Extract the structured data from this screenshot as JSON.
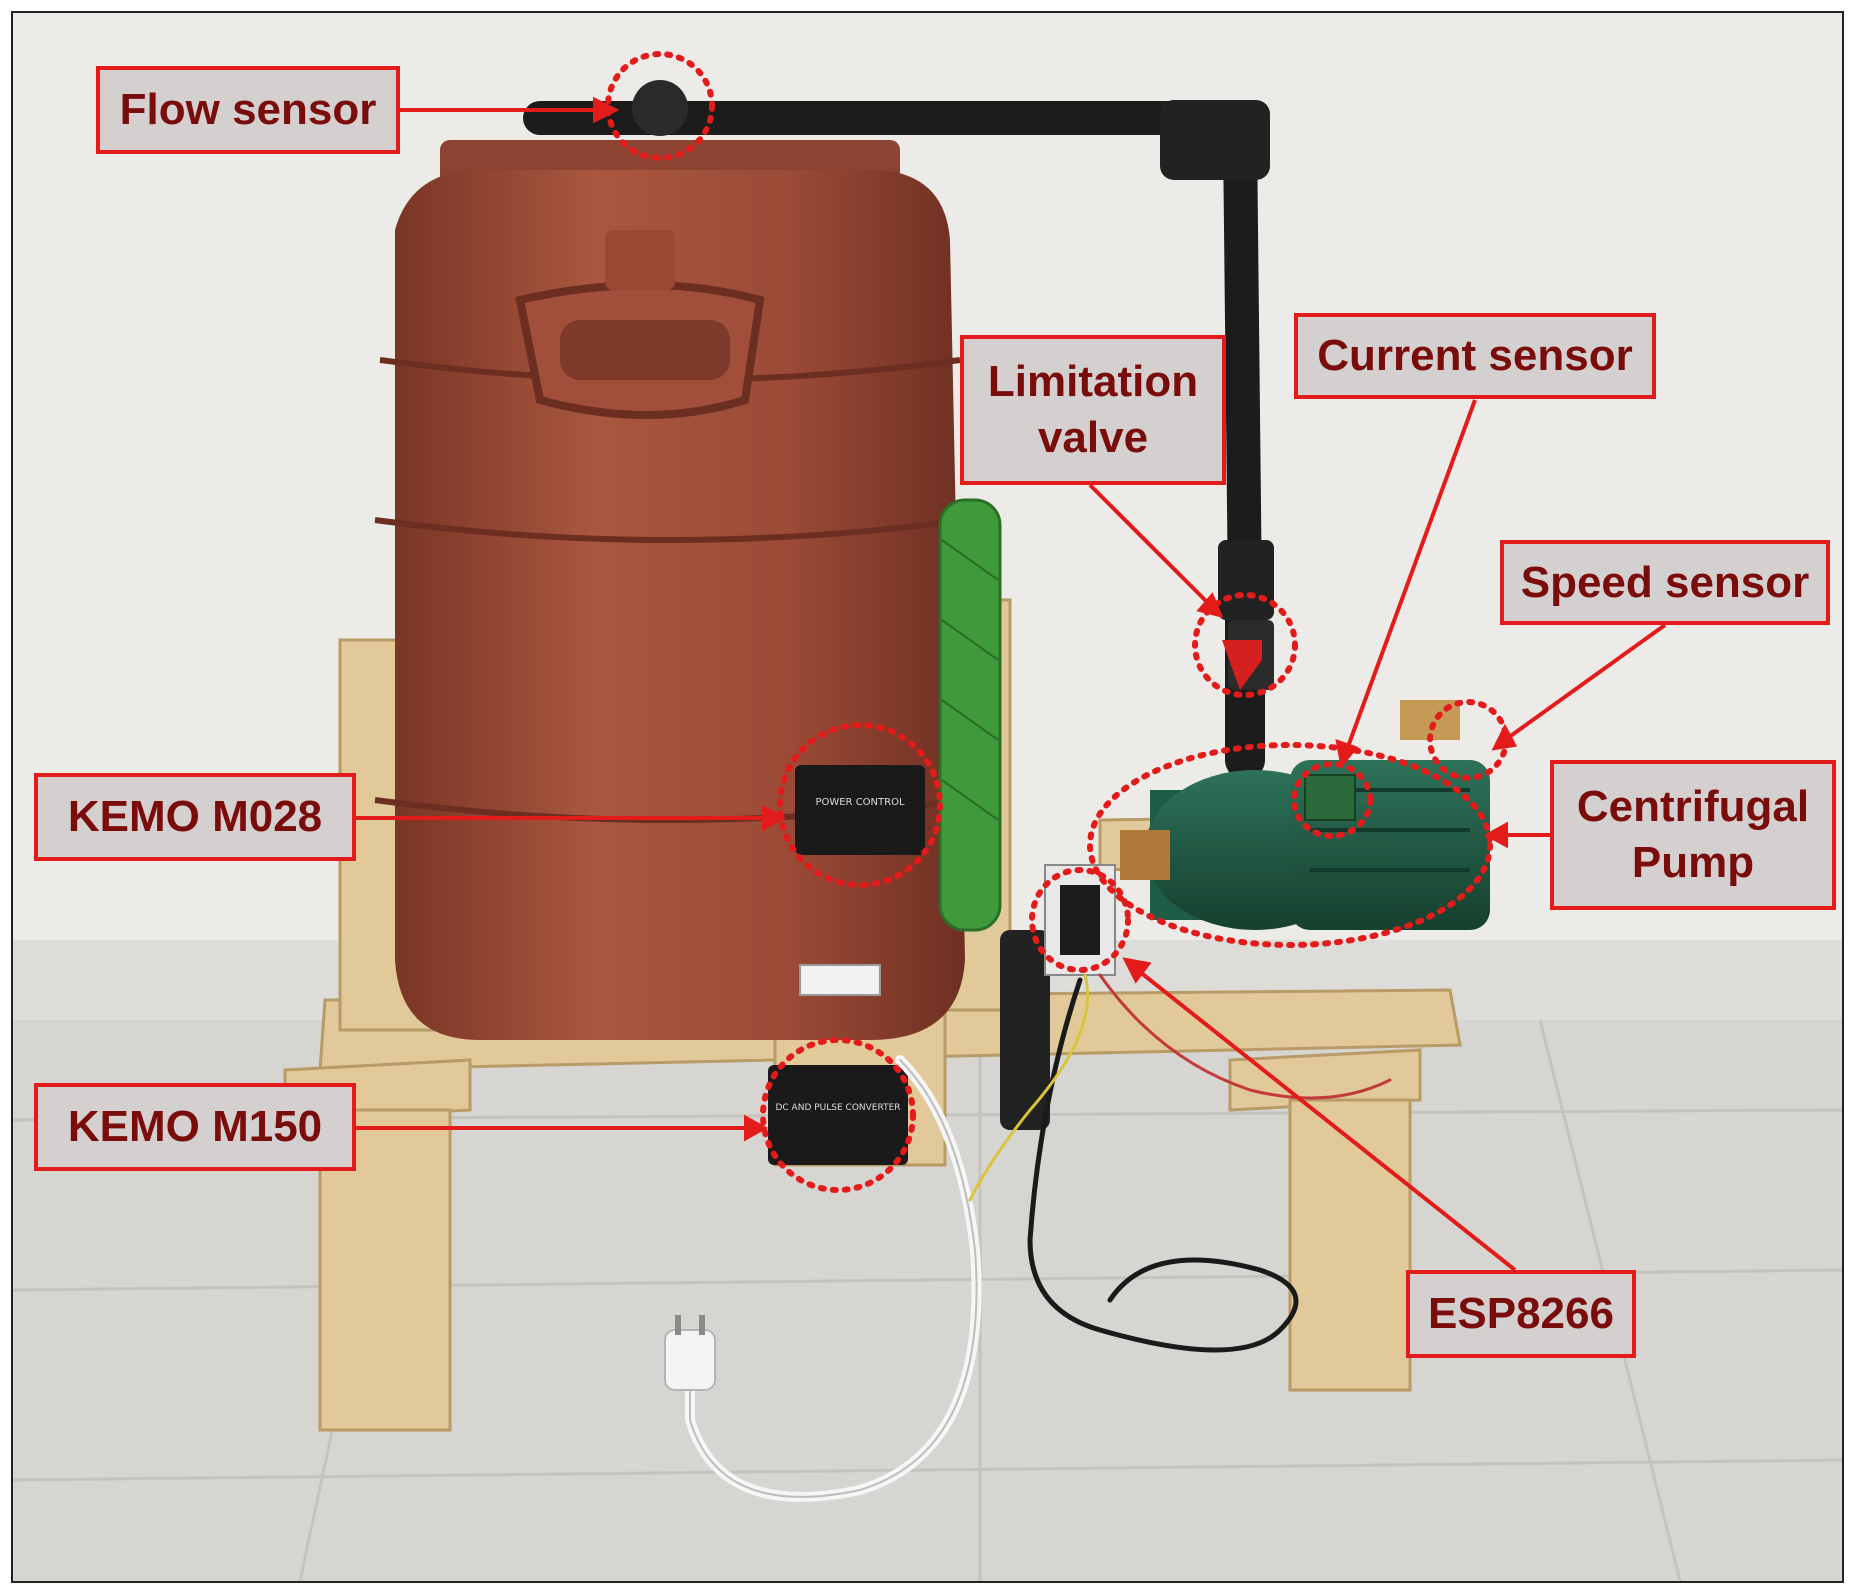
{
  "labels": {
    "flow_sensor": "Flow sensor",
    "limitation_valve_line1": "Limitation",
    "limitation_valve_line2": "valve",
    "current_sensor": "Current sensor",
    "speed_sensor": "Speed sensor",
    "centrifugal_pump_line1": "Centrifugal",
    "centrifugal_pump_line2": "Pump",
    "kemo_m028": "KEMO M028",
    "kemo_m150": "KEMO M150",
    "esp8266": "ESP8266"
  },
  "device_text": {
    "power_control": "POWER CONTROL",
    "dc_pulse_converter": "DC AND PULSE CONVERTER"
  },
  "colors": {
    "annotation_red": "#e31b1b",
    "label_fill": "#d4d0d0",
    "label_text": "#7a0c0c",
    "barrel": "#9b4a38",
    "pump": "#1f5a45",
    "wood": "#e2c99a"
  }
}
